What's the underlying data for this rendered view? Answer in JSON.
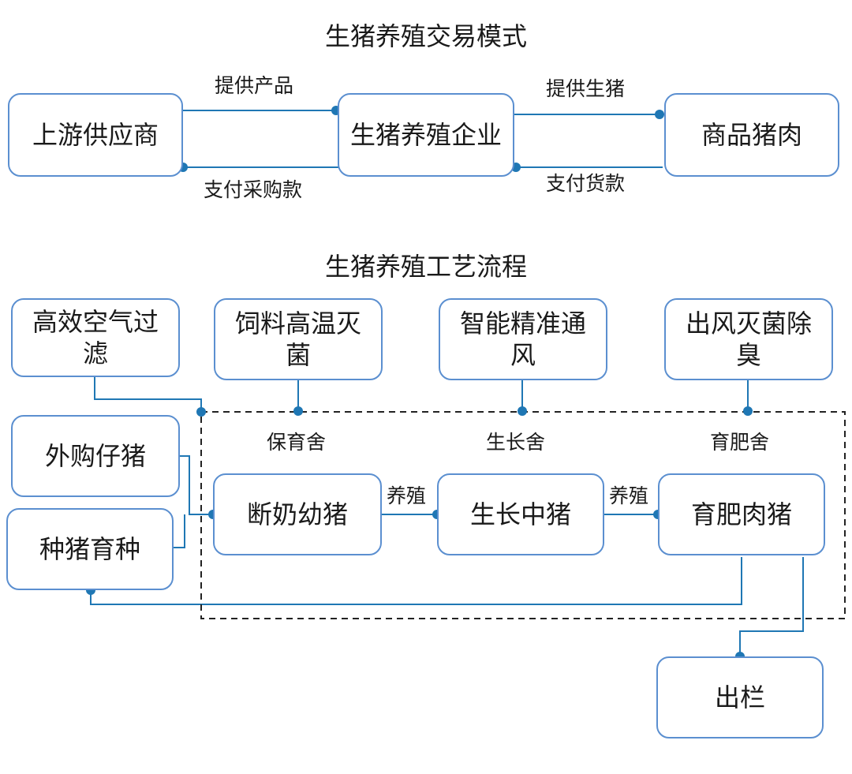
{
  "top": {
    "title": "生猪养殖交易模式",
    "nodes": {
      "supplier": "上游供应商",
      "enterprise": "生猪养殖企业",
      "pork": "商品猪肉"
    },
    "edges": {
      "provide_products": "提供产品",
      "pay_purchase": "支付采购款",
      "provide_pigs": "提供生猪",
      "pay_goods": "支付货款"
    }
  },
  "bottom": {
    "title": "生猪养殖工艺流程",
    "inputs": {
      "air_filter": "高效空气过滤",
      "feed_sterilize": "饲料高温灭菌",
      "ventilation": "智能精准通风",
      "exhaust_deodor": "出风灭菌除臭"
    },
    "sources": {
      "purchased_piglets": "外购仔猪",
      "breeding": "种猪育种"
    },
    "barns": {
      "nursery": "保育舍",
      "growing": "生长舍",
      "fattening": "育肥舍"
    },
    "stages": {
      "weaned": "断奶幼猪",
      "growing_pig": "生长中猪",
      "fattening_pig": "育肥肉猪",
      "out": "出栏"
    },
    "edges": {
      "raise_1": "养殖",
      "raise_2": "养殖"
    }
  },
  "colors": {
    "line": "#1f77b4",
    "box_border": "#5b8fd0",
    "dashed": "#222222"
  }
}
